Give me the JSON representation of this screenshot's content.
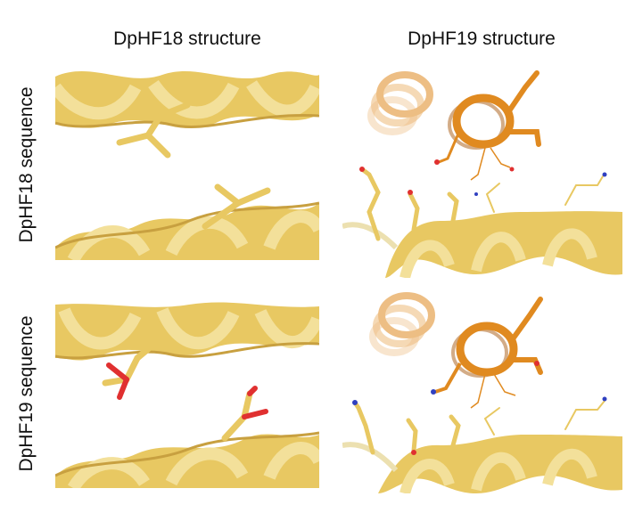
{
  "columns": [
    "DpHF18 structure",
    "DpHF19 structure"
  ],
  "rows": [
    "DpHF18 sequence",
    "DpHF19 sequence"
  ],
  "colors": {
    "helix_light": "#f0d880",
    "helix_main": "#e8c862",
    "helix_dark": "#c8a040",
    "helix_orange": "#e08a20",
    "helix_orange_dark": "#a85a10",
    "oxygen": "#e03030",
    "nitrogen": "#3040c0"
  },
  "panels": [
    {
      "row": 0,
      "col": 0,
      "name": "panel-dphf18-seq-dphf18-struct"
    },
    {
      "row": 0,
      "col": 1,
      "name": "panel-dphf18-seq-dphf19-struct"
    },
    {
      "row": 1,
      "col": 0,
      "name": "panel-dphf19-seq-dphf18-struct"
    },
    {
      "row": 1,
      "col": 1,
      "name": "panel-dphf19-seq-dphf19-struct"
    }
  ]
}
